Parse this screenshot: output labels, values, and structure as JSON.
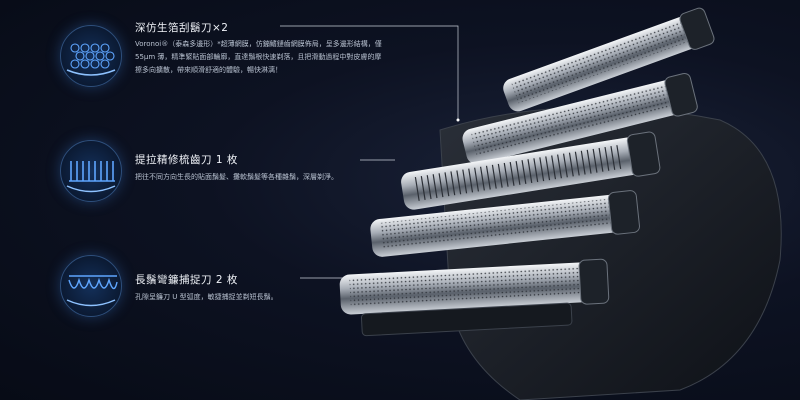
{
  "features": [
    {
      "title": "深仿生箔刮鬍刀×2",
      "description": "Voronoi®（泰森多邊形）*超薄網膜，仿鏰鰭鏈齒網膜佈局，呈多邊形結構，僅 55μm 薄，精準緊貼面部輪廓，直達鬚根快速剃落，且把滑動過程中對皮膚的摩擦多向擴散，帶來順滑舒適的體驗，暢快淋漓！",
      "icon": "voronoi-foil-icon"
    },
    {
      "title": "提拉精修梳齒刀 1 枚",
      "description": "把往不同方向生長的貼面鬚髮、攤軟鬚髮等各種雜鬚，深層剃淨。",
      "icon": "comb-trimmer-icon"
    },
    {
      "title": "長鬚彎鐮捕捉刀 2 枚",
      "description": "孔隙呈鐮刀 U 型弧度，敏捷捕捉並剃短長鬚。",
      "icon": "u-slot-blade-icon"
    }
  ],
  "colors": {
    "background": "#0b1020",
    "accent_blue": "#3a86d8",
    "text_title": "#f0f3f8",
    "text_body": "#b7c0cf"
  }
}
